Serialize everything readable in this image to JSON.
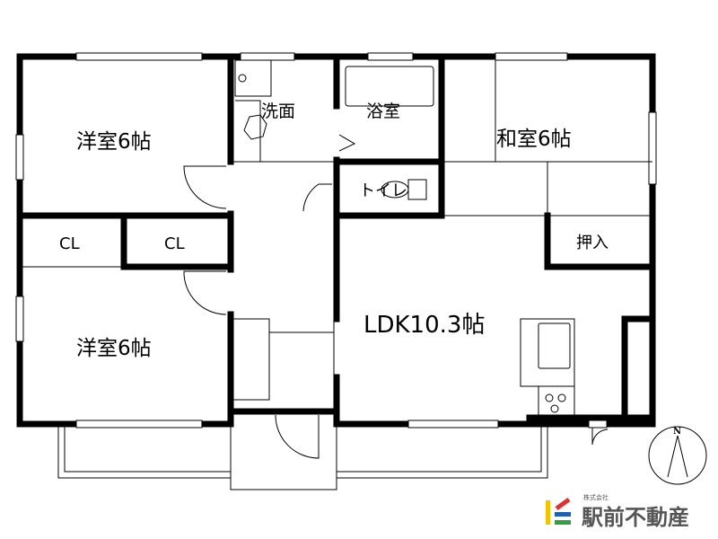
{
  "rooms": {
    "western_upper": "洋室6帖",
    "western_lower": "洋室6帖",
    "closet_1": "CL",
    "closet_2": "CL",
    "washroom": "洗面",
    "bathroom": "浴室",
    "toilet": "トイレ",
    "japanese_room": "和室6帖",
    "oshiire": "押入",
    "ldk": "LDK10.3帖"
  },
  "compass": {
    "north_label": "N"
  },
  "logo": {
    "company_type": "株式会社",
    "company_name": "駅前不動産",
    "colors": {
      "yellow": "#f5c400",
      "red": "#e03030",
      "blue": "#2060b0",
      "green": "#30a040",
      "text": "#555555"
    }
  }
}
